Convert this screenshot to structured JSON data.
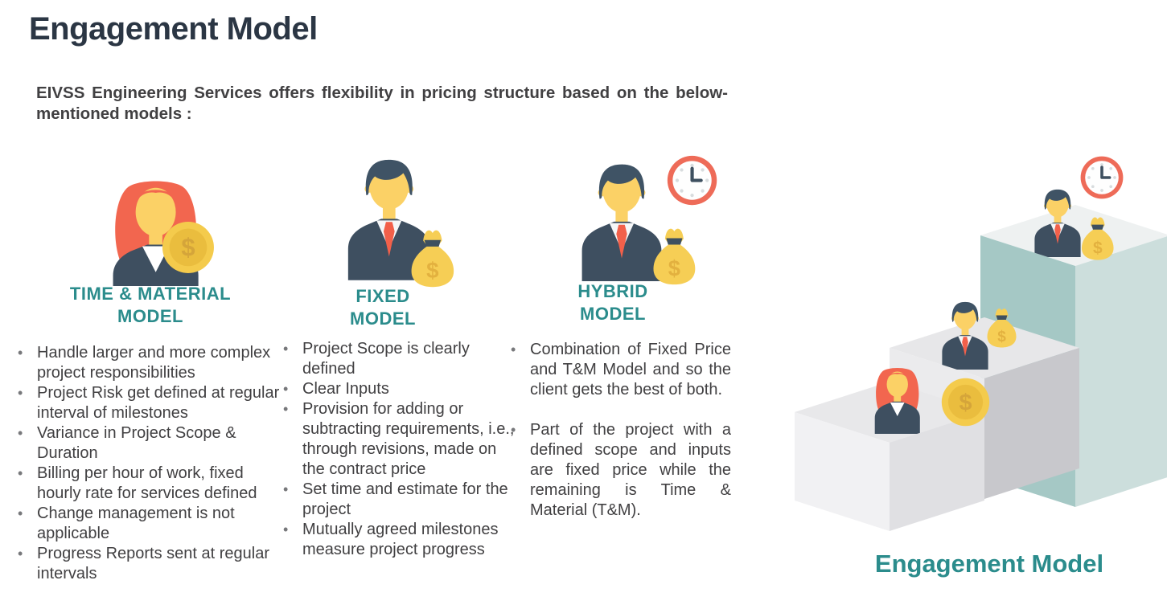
{
  "page": {
    "title": "Engagement Model",
    "intro": "EIVSS Engineering Services offers flexibility in pricing structure based on the below-mentioned models :",
    "caption": "Engagement Model"
  },
  "columns": [
    {
      "id": "time-material-model",
      "icon": "businesswoman-coin-icon",
      "title_lines": [
        "TIME & MATERIAL",
        "MODEL"
      ],
      "bullets": [
        "Handle larger and more complex project responsibilities",
        "Project Risk get defined at regular interval of milestones",
        "Variance in Project Scope & Duration",
        "Billing per hour of work, fixed hourly rate for services defined",
        "Change management is not applicable",
        "Progress Reports sent at regular intervals"
      ]
    },
    {
      "id": "fixed-model",
      "icon": "businessman-moneybag-icon",
      "title_lines": [
        "FIXED",
        "MODEL"
      ],
      "bullets": [
        "Project Scope is clearly defined",
        "Clear Inputs",
        "Provision for adding or subtracting requirements, i.e., through revisions, made on the contract price",
        "Set time and estimate for the project",
        "Mutually agreed milestones measure project progress"
      ]
    },
    {
      "id": "hybrid-model",
      "icon": "businessman-moneybag-clock-icon",
      "title_lines": [
        "HYBRID",
        "MODEL"
      ],
      "bullets": [
        "Combination of Fixed Price and T&M Model and so the client gets the best of both.",
        "Part of the project with a defined scope and inputs are fixed price while the remaining is Time & Material (T&M)."
      ]
    }
  ],
  "illustration": {
    "name": "engagement-model-staircase",
    "steps": [
      "time-material",
      "fixed",
      "hybrid"
    ]
  },
  "glyphs": {
    "dollar": "$"
  },
  "colors": {
    "title_navy": "#2B3644",
    "teal_heading": "#2B8C8C",
    "body_text": "#414042",
    "skin": "#FBD166",
    "hair_red": "#F2664F",
    "hair_dark": "#3F5365",
    "suit_navy": "#3E4F60",
    "tie_red": "#F2604A",
    "coin_gold": "#F4CB4C",
    "coin_gold_dark": "#EABD3E",
    "moneybag_yellow": "#F6CE55",
    "clock_red": "#EE6B58",
    "step_gray_top": "#E8E8EA",
    "step_gray_side": "#C8C8CC",
    "step_teal_left": "#A5C8C5",
    "step_teal_right": "#CCDEDC"
  }
}
